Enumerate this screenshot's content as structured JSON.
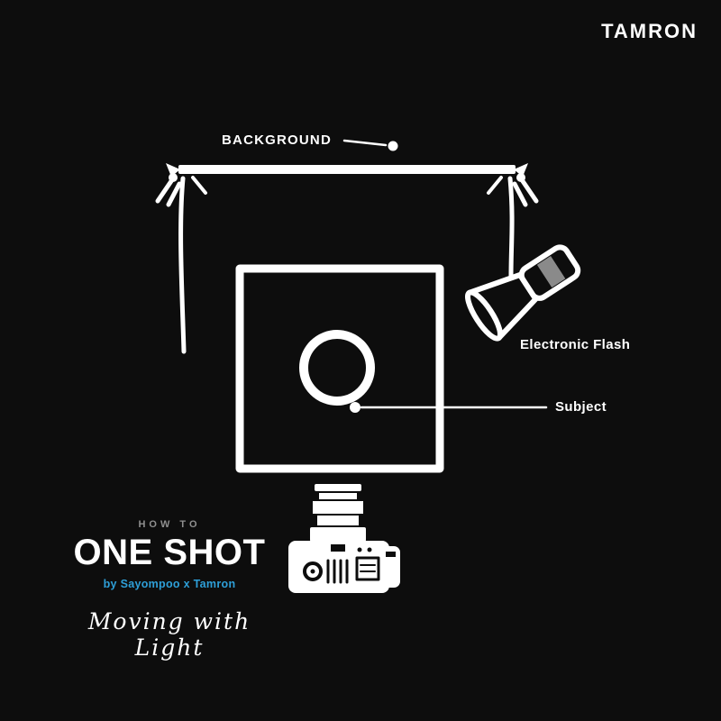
{
  "brand": {
    "logo": "TAMRON"
  },
  "diagram": {
    "background_label": "BACKGROUND",
    "flash_label": "Electronic Flash",
    "subject_label": "Subject"
  },
  "footer": {
    "kicker": "HOW TO",
    "title": "ONE SHOT",
    "byline": "by Sayompoo x Tamron",
    "tagline": "Moving with Light"
  },
  "colors": {
    "background": "#0d0d0d",
    "line": "#ffffff",
    "accent_blue": "#2e9fd8",
    "muted_gray": "#8f8f8f",
    "flash_band_gray": "#8a8a8a"
  }
}
